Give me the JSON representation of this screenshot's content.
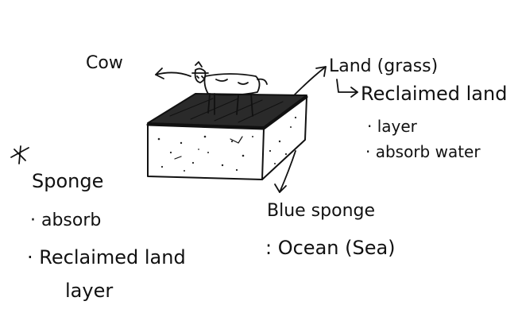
{
  "labels": {
    "cow": "Cow",
    "land": "Land (grass)",
    "reclaimed": "Reclaimed land",
    "layer_bullet": "· layer",
    "absorb_water_bullet": "· absorb water",
    "blue_sponge": "Blue sponge",
    "ocean": ": Ocean (Sea)",
    "sponge": "Sponge",
    "absorb_bullet": "· absorb",
    "reclaimed_bullet": "· Reclaimed land",
    "layer_word": "layer"
  },
  "colors": {
    "ink": "#111111",
    "paper": "#ffffff"
  }
}
